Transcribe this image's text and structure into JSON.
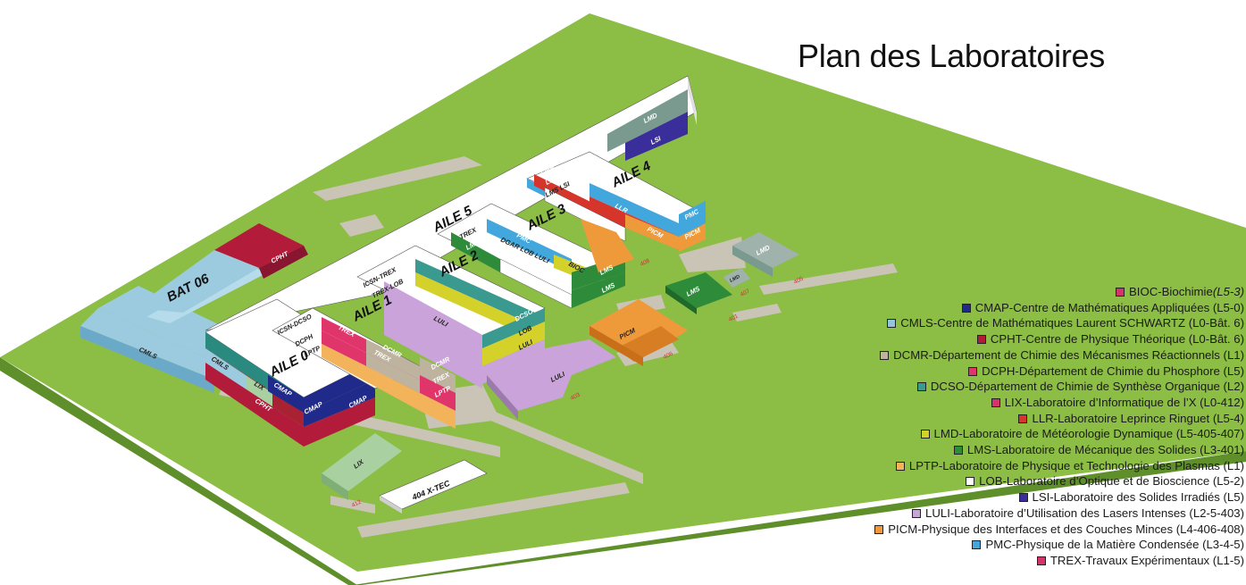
{
  "title": "Plan des Laboratoires",
  "colors": {
    "grass": "#8cbd45",
    "grass_side": "#5f8f2a",
    "path": "#c9c4b5",
    "roof": "#ffffff"
  },
  "buildings": {
    "aile0": "AILE 0",
    "aile1": "AILE 1",
    "aile2": "AILE 2",
    "aile3": "AILE 3",
    "aile4": "AILE 4",
    "aile5": "AILE 5",
    "bat06": "BAT 06",
    "xtec": "404  X-TEC"
  },
  "labels": {
    "cmls_bat": "CMLS",
    "cpht_bat": "CPHT",
    "cmls": "CMLS",
    "lix": "LIX",
    "cmap1": "CMAP",
    "cmap2": "CMAP",
    "cmap3": "CMAP",
    "cpht": "CPHT",
    "lix_bld": "LIX",
    "icsn_dcso": "ICSN-DCSO",
    "dcph": "DCPH",
    "lptp": "LPTP",
    "trex_a1_1": "TREX",
    "trex_a1_2": "TREX",
    "dcmr_a1": "DCMR",
    "icsn_trex": "ICSN-TREX",
    "trex_lob": "TREX-LOB",
    "luli_a2": "LULI",
    "dcmr_a2": "DCMR",
    "trex_a2": "TREX",
    "lptp_a2": "LPTP",
    "dcso_a2": "DCSO",
    "lob_a2": "LOB",
    "luli_a2b": "LULI",
    "trex_a3": "TREX",
    "lms_a3": "LMS",
    "pmc_a3": "PMC",
    "dgar_lob_luli": "DGAR LOB LULI",
    "bioc": "BIOC",
    "lms_a3b": "LMS",
    "lms_a3c": "LMS",
    "pmc_a4a": "PMC",
    "llr_a4a": "LLR",
    "lms_lsi": "LMS LSI",
    "pmc_a4b": "PMC",
    "llr_a4b": "LLR",
    "picm_a4": "PICM",
    "pmc_a4c": "PMC",
    "picm_a4b": "PICM",
    "lmd_top": "LMD",
    "lsi_top": "LSI",
    "luli_403": "LULI",
    "picm_406": "PICM",
    "lms_401": "LMS",
    "lmd_407": "LMD",
    "lmd_405": "LMD",
    "n403": "403",
    "n412": "412",
    "n406": "406",
    "n408": "408",
    "n401": "401",
    "n407": "407",
    "n405": "405"
  },
  "legend": [
    {
      "text": "BIOC-Biochimie ",
      "extra": "(L5-3)",
      "color": "#d6336c"
    },
    {
      "text": "CMAP-Centre de Mathématiques Appliquées (L5-0)",
      "color": "#1f2a8a"
    },
    {
      "text": "CMLS-Centre de Mathématiques Laurent SCHWARTZ (L0-Bât. 6)",
      "color": "#92c5de"
    },
    {
      "text": "CPHT-Centre de Physique Théorique (L0-Bât. 6)",
      "color": "#b31b3b"
    },
    {
      "text": "DCMR-Département de Chimie des Mécanismes Réactionnels (L1)",
      "color": "#bdb39e"
    },
    {
      "text": "DCPH-Département de Chimie du Phosphore (L5)",
      "color": "#e0356a"
    },
    {
      "text": "DCSO-Département de Chimie de Synthèse Organique (L2)",
      "color": "#3a9a8f"
    },
    {
      "text": "LIX-Laboratoire d’Informatique de l’X (L0-412)",
      "color": "#d6336c"
    },
    {
      "text": "LLR-Laboratoire Leprince Ringuet (L5-4)",
      "color": "#d6352c"
    },
    {
      "text": "LMD-Laboratoire de Météorologie Dynamique (L5-405-407)",
      "color": "#d4d12a"
    },
    {
      "text": "LMS-Laboratoire de Mécanique des Solides (L3-401)",
      "color": "#2e8b3a"
    },
    {
      "text": "LPTP-Laboratoire de Physique et Technologie des Plasmas (L1)",
      "color": "#f2b35a"
    },
    {
      "text": "LOB-Laboratoire d’Optique et de Bioscience (L5-2)",
      "color": "#ffffff"
    },
    {
      "text": "LSI-Laboratoire des Solides Irradiés (L5)",
      "color": "#3a2e9a"
    },
    {
      "text": "LULI-Laboratoire d’Utilisation des Lasers Intenses (L2-5-403)",
      "color": "#c9a3d9"
    },
    {
      "text": "PICM-Physique des Interfaces et des Couches Minces (L4-406-408)",
      "color": "#ef9a3a"
    },
    {
      "text": "PMC-Physique de la Matière Condensée (L3-4-5)",
      "color": "#42a7dc"
    },
    {
      "text": "TREX-Travaux Expérimentaux (L1-5)",
      "color": "#d6336c"
    }
  ]
}
